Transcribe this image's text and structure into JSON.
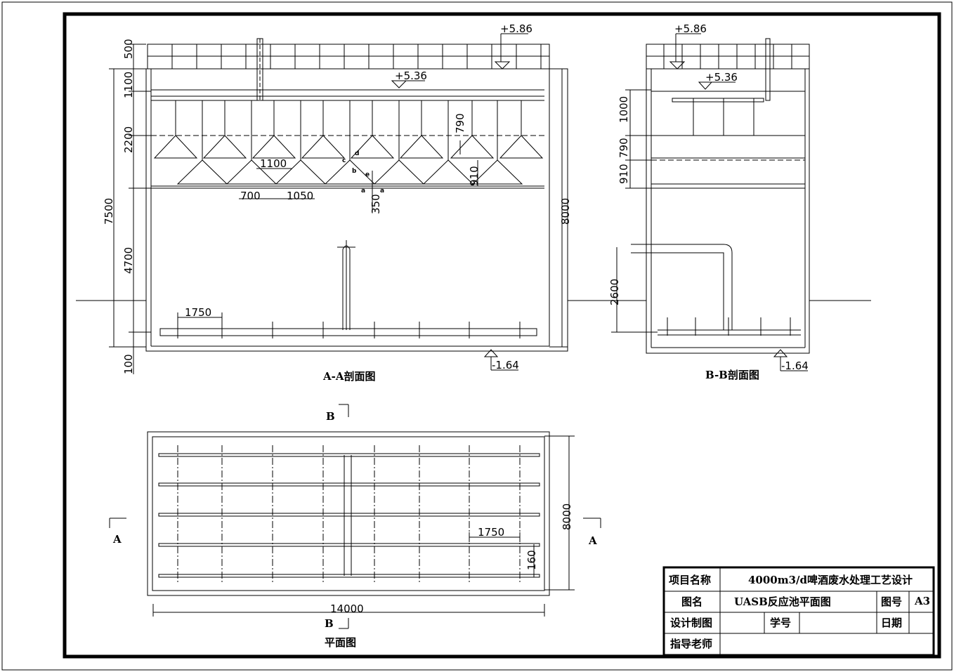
{
  "section_aa": {
    "title": "A-A剖面图",
    "elev_top": "+5.86",
    "elev_water": "+5.36",
    "elev_bottom": "-1.64",
    "dims_vertical": [
      "500",
      "1100",
      "2200",
      "7500",
      "4700",
      "100",
      "790",
      "910",
      "350",
      "8000"
    ],
    "dims_horizontal": [
      "1100",
      "700",
      "1050",
      "1750"
    ],
    "detail_letters": [
      "d",
      "c",
      "b",
      "e",
      "a",
      "a"
    ]
  },
  "section_bb": {
    "title": "B-B剖面图",
    "elev_top": "+5.86",
    "elev_water": "+5.36",
    "elev_bottom": "-1.64",
    "dims_vertical": [
      "1000",
      "790",
      "910",
      "2600"
    ]
  },
  "plan": {
    "title": "平面图",
    "dim_length": "14000",
    "dim_width": "8000",
    "dim_spacing": "1750",
    "dim_small": "160",
    "cut_a": "A",
    "cut_b": "B"
  },
  "title_block": {
    "project_name_label": "项目名称",
    "project_name": "4000m3/d啤酒废水处理工艺设计",
    "drawing_name_label": "图名",
    "drawing_name": "UASB反应池平面图",
    "drawing_no_label": "图号",
    "drawing_no": "A3",
    "designer_label": "设计制图",
    "student_no_label": "学号",
    "date_label": "日期",
    "advisor_label": "指导老师"
  }
}
